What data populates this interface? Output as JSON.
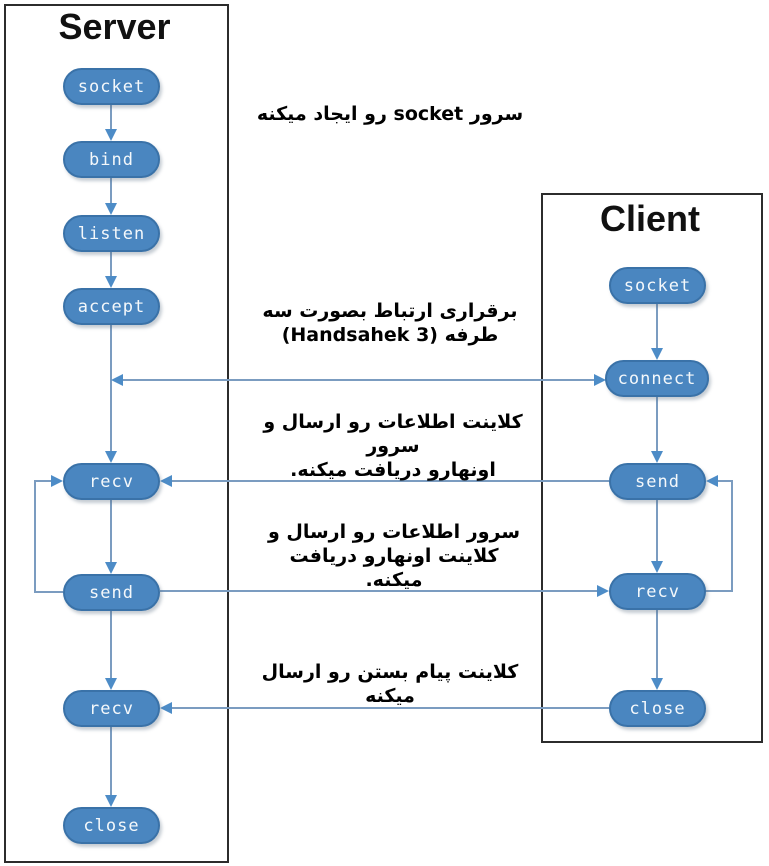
{
  "server": {
    "title": "Server",
    "nodes": [
      "socket",
      "bind",
      "listen",
      "accept",
      "recv",
      "send",
      "recv",
      "close"
    ]
  },
  "client": {
    "title": "Client",
    "nodes": [
      "socket",
      "connect",
      "send",
      "recv",
      "close"
    ]
  },
  "annotations": {
    "create_socket": "سرور socket رو ایجاد میکنه",
    "handshake": "برقراری ارتباط بصورت سه\nطرفه (3 Handsahek)",
    "client_sends": "کلاینت اطلاعات رو ارسال و سرور\nاونهارو دریافت میکنه.",
    "server_sends": "سرور اطلاعات رو ارسال و\nکلاینت اونهارو دریافت میکنه.",
    "client_close": "کلاینت پیام بستن رو ارسال میکنه"
  },
  "colors": {
    "node_fill": "#4a86c0",
    "node_border": "#3a72a8",
    "node_text": "#f4f8fb",
    "flow_line": "#7b9cc0",
    "arrowhead": "#4d8cc7",
    "box_border": "#2c2c2c",
    "annotation_text": "#000000"
  }
}
